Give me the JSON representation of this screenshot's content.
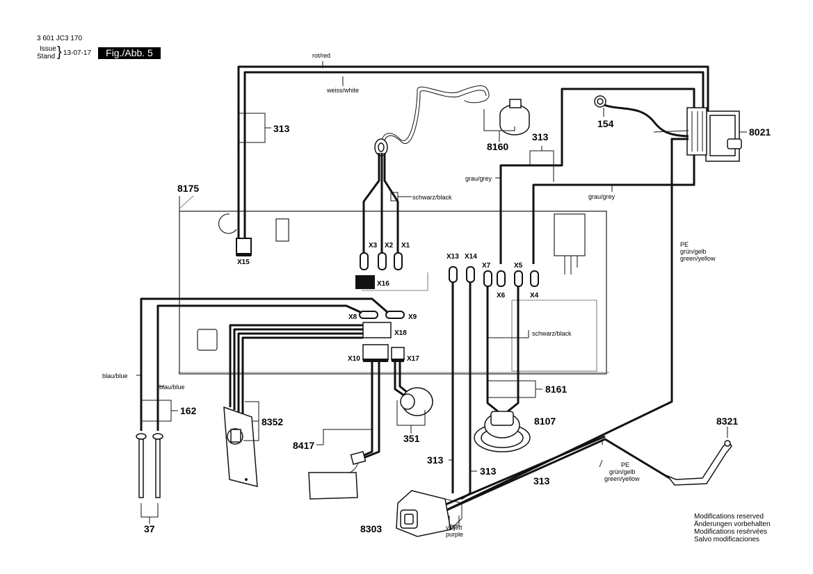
{
  "header": {
    "part_number": "3 601 JC3 170",
    "issue_label": "Issue",
    "stand_label": "Stand",
    "date": "13-07-17",
    "figure": "Fig./Abb. 5"
  },
  "modifications": [
    "Modifications reserved",
    "Änderungen vorbehalten",
    "Modifications resérvées",
    "Salvo modificaciones"
  ],
  "part_labels": {
    "p8175": "8175",
    "p313a": "313",
    "p313b": "313",
    "p313c": "313",
    "p313d": "313",
    "p313e": "313",
    "p8160": "8160",
    "p154": "154",
    "p8021": "8021",
    "p8161": "8161",
    "p8107": "8107",
    "p8321": "8321",
    "p162": "162",
    "p8352": "8352",
    "p8417": "8417",
    "p351": "351",
    "p37": "37",
    "p8303": "8303"
  },
  "connectors": {
    "x15": "X15",
    "x16": "X16",
    "x3": "X3",
    "x2": "X2",
    "x1": "X1",
    "x13": "X13",
    "x14": "X14",
    "x7": "X7",
    "x5": "X5",
    "x6": "X6",
    "x4": "X4",
    "x8": "X8",
    "x9": "X9",
    "x18": "X18",
    "x10": "X10",
    "x17": "X17"
  },
  "wire_labels": {
    "rot_red": "rot/red",
    "weiss_white": "weiss/white",
    "schwarz_black_1": "schwarz/black",
    "schwarz_black_2": "schwarz/black",
    "grau_grey_1": "grau/grey",
    "grau_grey_2": "grau/grey",
    "blau_blue_1": "blau/blue",
    "blau_blue_2": "blau/blue",
    "pe_1": "PE",
    "pe_1_de": "grün/gelb",
    "pe_1_en": "green/yellow",
    "pe_2": "PE",
    "pe_2_de": "grün/gelb",
    "pe_2_en": "green/yellow",
    "violett": "violett",
    "purple": "purple"
  }
}
